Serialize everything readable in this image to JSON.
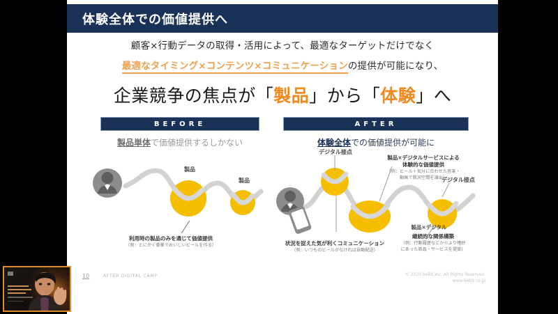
{
  "slide": {
    "title": "体験全体での価値提供へ",
    "header": {
      "line1": "顧客×行動データの取得・活用によって、最適なターゲットだけでなく",
      "line2_highlight": "最適なタイミング×コンテンツ×コミュニケーション",
      "line2_rest": "の提供が可能になり、",
      "line3_a": "企業競争の焦点が「",
      "line3_b": "製品",
      "line3_c": "」から「",
      "line3_d": "体験",
      "line3_e": "」へ"
    },
    "before": {
      "bar_label": "BEFORE",
      "subtitle_underline": "製品単体",
      "subtitle_rest": "で価値提供するしかない",
      "node_labels": [
        "製品",
        "製品"
      ],
      "caption": {
        "main": "利用時の製品のみを通じて価値提供",
        "example": "（例：とにかく豪華でおいしいビールを作る）"
      }
    },
    "after": {
      "bar_label": "AFTER",
      "subtitle_underline": "体験全体",
      "subtitle_rest": "での価値提供が可能に",
      "node_labels": [
        "デジタル接点",
        "製品×デジタル",
        "デジタル接点"
      ],
      "captions": [
        {
          "main": "製品×デジタルサービスによる",
          "main2": "体験的な価値提供",
          "example": "（例：ビール＋気分に合わせた音楽・",
          "example2": "動画で贅沢空間を演出）"
        },
        {
          "main": "状況を捉えた気が利くコミュニケーション",
          "example": "（例：いつものビールがなければ自動配送）"
        },
        {
          "main": "継続的な関係構築",
          "example": "（例：行動履歴などからより嗜好",
          "example2": "にあった商品・サービスを提案）"
        }
      ]
    },
    "footer": {
      "page_number": "10",
      "deck_name": "AFTER DIGITAL CAMP",
      "copyright": "© 2020 beBit,inc. All Rights Reserved.",
      "url": "www.bebit.co.jp"
    }
  },
  "colors": {
    "navy": "#1b3258",
    "orange": "#f08a1e",
    "orange_light": "#f0a050",
    "yellow": "#f5be00",
    "gray_line": "#d2d2d2",
    "webcam_border": "#e08a2a"
  },
  "webcam": {
    "label": "presenter-video-overlay"
  }
}
